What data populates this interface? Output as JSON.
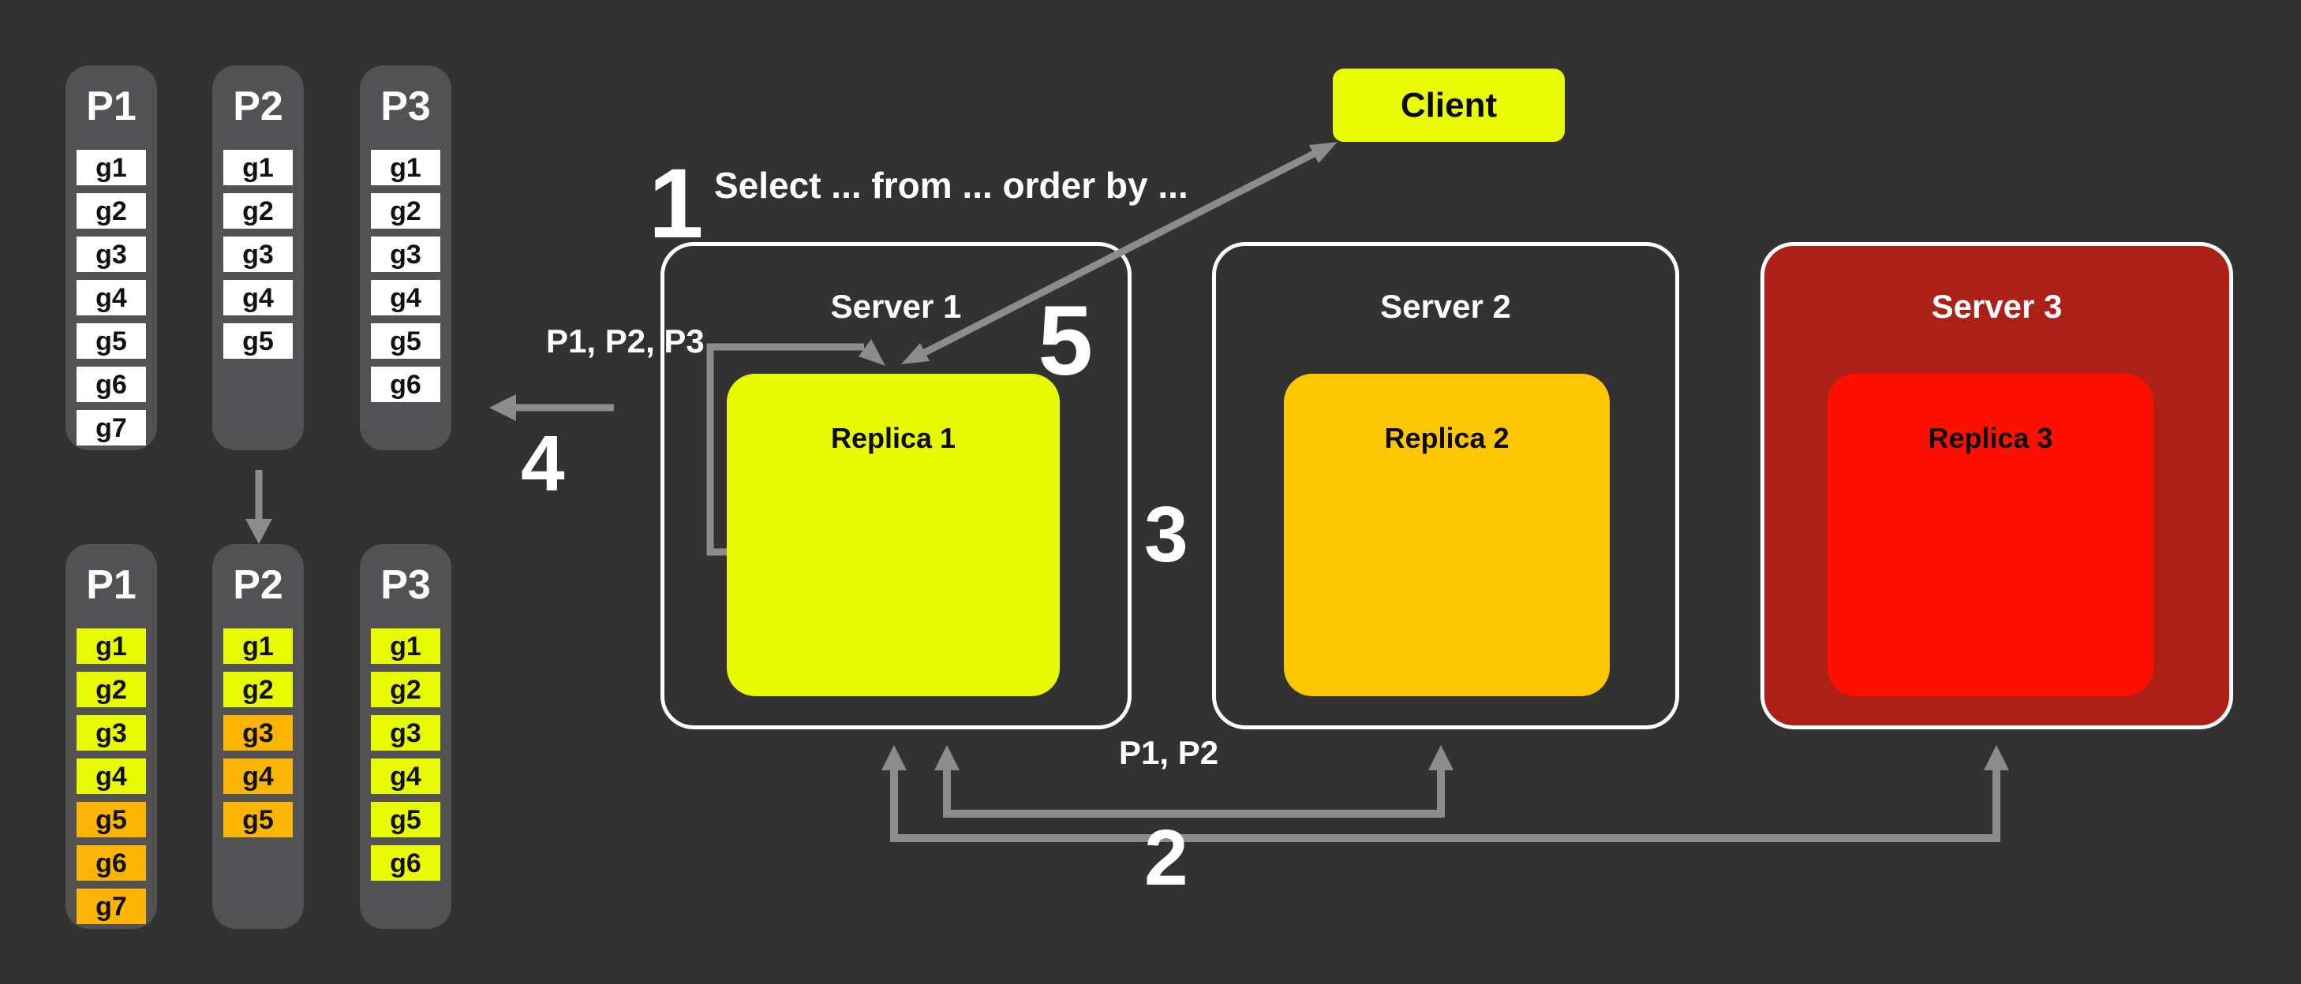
{
  "colors": {
    "background": "#323233",
    "column_bg": "#525254",
    "arrow": "#8c8c8c",
    "server_border": "#ffffff",
    "yellow": "#e8fb00",
    "orange": "#fcb503",
    "gold": "#fdc602",
    "dark_red": "#ac2018",
    "bright_red": "#fe1000",
    "white": "#ffffff"
  },
  "partitions_initial": {
    "columns": [
      {
        "label": "P1",
        "groups": [
          {
            "label": "g1",
            "bg": "#ffffff"
          },
          {
            "label": "g2",
            "bg": "#ffffff"
          },
          {
            "label": "g3",
            "bg": "#ffffff"
          },
          {
            "label": "g4",
            "bg": "#ffffff"
          },
          {
            "label": "g5",
            "bg": "#ffffff"
          },
          {
            "label": "g6",
            "bg": "#ffffff"
          },
          {
            "label": "g7",
            "bg": "#ffffff"
          }
        ]
      },
      {
        "label": "P2",
        "groups": [
          {
            "label": "g1",
            "bg": "#ffffff"
          },
          {
            "label": "g2",
            "bg": "#ffffff"
          },
          {
            "label": "g3",
            "bg": "#ffffff"
          },
          {
            "label": "g4",
            "bg": "#ffffff"
          },
          {
            "label": "g5",
            "bg": "#ffffff"
          }
        ]
      },
      {
        "label": "P3",
        "groups": [
          {
            "label": "g1",
            "bg": "#ffffff"
          },
          {
            "label": "g2",
            "bg": "#ffffff"
          },
          {
            "label": "g3",
            "bg": "#ffffff"
          },
          {
            "label": "g4",
            "bg": "#ffffff"
          },
          {
            "label": "g5",
            "bg": "#ffffff"
          },
          {
            "label": "g6",
            "bg": "#ffffff"
          }
        ]
      }
    ]
  },
  "partitions_final": {
    "columns": [
      {
        "label": "P1",
        "groups": [
          {
            "label": "g1",
            "bg": "#e8fb00"
          },
          {
            "label": "g2",
            "bg": "#e8fb00"
          },
          {
            "label": "g3",
            "bg": "#e8fb00"
          },
          {
            "label": "g4",
            "bg": "#e8fb00"
          },
          {
            "label": "g5",
            "bg": "#fcb503"
          },
          {
            "label": "g6",
            "bg": "#fcb503"
          },
          {
            "label": "g7",
            "bg": "#fcb503"
          }
        ]
      },
      {
        "label": "P2",
        "groups": [
          {
            "label": "g1",
            "bg": "#e8fb00"
          },
          {
            "label": "g2",
            "bg": "#e8fb00"
          },
          {
            "label": "g3",
            "bg": "#fcb503"
          },
          {
            "label": "g4",
            "bg": "#fcb503"
          },
          {
            "label": "g5",
            "bg": "#fcb503"
          }
        ]
      },
      {
        "label": "P3",
        "groups": [
          {
            "label": "g1",
            "bg": "#e8fb00"
          },
          {
            "label": "g2",
            "bg": "#e8fb00"
          },
          {
            "label": "g3",
            "bg": "#e8fb00"
          },
          {
            "label": "g4",
            "bg": "#e8fb00"
          },
          {
            "label": "g5",
            "bg": "#e8fb00"
          },
          {
            "label": "g6",
            "bg": "#e8fb00"
          }
        ]
      }
    ]
  },
  "client": {
    "label": "Client",
    "bg": "#eafc03"
  },
  "servers": [
    {
      "title": "Server 1",
      "bg": "transparent",
      "replica": {
        "label": "Replica 1",
        "bg": "#e7fa02"
      }
    },
    {
      "title": "Server 2",
      "bg": "transparent",
      "replica": {
        "label": "Replica 2",
        "bg": "#fdc602"
      }
    },
    {
      "title": "Server 3",
      "bg": "#ac2018",
      "replica": {
        "label": "Replica 3",
        "bg": "#fe1000"
      }
    }
  ],
  "steps": {
    "step1": {
      "number": "1",
      "query": "Select ... from ... order by ..."
    },
    "step2": {
      "number": "2",
      "label": "P1, P2"
    },
    "step3": {
      "number": "3"
    },
    "step4": {
      "number": "4"
    },
    "step5": {
      "number": "5"
    },
    "fanout_label": "P1, P2, P3"
  }
}
